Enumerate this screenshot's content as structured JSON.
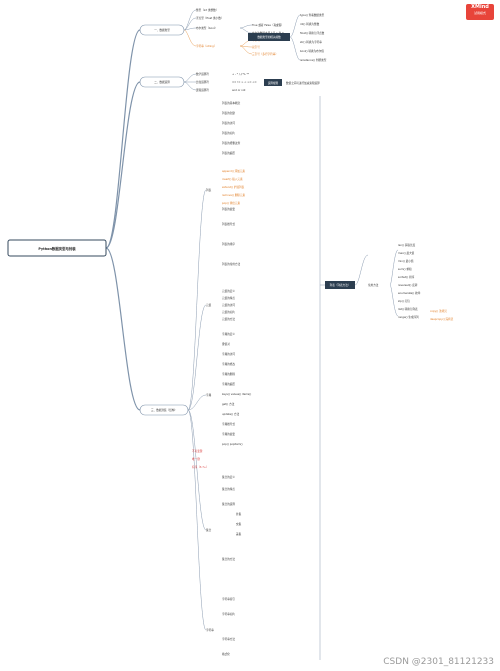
{
  "logo": {
    "brand": "XMind",
    "sub": "试用模式"
  },
  "watermark": "CSDN @2301_81121233",
  "root": "Python数据类型与封装",
  "sections": {
    "s1": "一、数据类型",
    "s2": "二、数据运算",
    "s3": "三、数据封装（结构）"
  },
  "s1": {
    "items": [
      "整型（int 类整数）",
      "浮点型（float 类小数）",
      "布尔类型（bool）",
      "字符串（string）"
    ],
    "bool_children": [
      "True 或者 False（真或假）",
      "布尔的数据本质上是 1 和 0"
    ],
    "notes_head": "数据类型的相关函数",
    "notes": [
      "type() 查看数据类型",
      "int() 转换为整数",
      "float() 转换为浮点数",
      "str() 转换为字符串",
      "bool() 转换为布尔值",
      "isinstance() 判断类型"
    ],
    "str_children": [
      "单引号",
      "双引号",
      "三引号（多行字符串）"
    ]
  },
  "s2": {
    "items": [
      "数学运算符",
      "比较运算符",
      "逻辑运算符"
    ],
    "tag": "运算规则",
    "tag_note": "数值之间可进行加减乘除运算",
    "math_children": [
      "+ - * / // % **"
    ],
    "cmp_children": [
      "== != > < >= <="
    ],
    "logic_children": [
      "and or not"
    ]
  },
  "s3": {
    "list_head": "列表",
    "list_items": [
      "列表的基本概念",
      "列表的创建",
      "列表的访问",
      "列表的切片",
      "列表的增删改查",
      "列表的遍历",
      "列表的嵌套",
      "列表推导式",
      "列表的排序",
      "列表的常用方法"
    ],
    "list_orange": [
      "append() 添加元素",
      "insert() 插入元素",
      "extend() 扩展列表",
      "remove() 删除元素",
      "pop() 弹出元素"
    ],
    "tuple_head": "元组",
    "tuple_items": [
      "元组的定义",
      "元组的特点",
      "元组的访问",
      "元组的切片",
      "元组的方法"
    ],
    "dict_head": "字典",
    "dict_items": [
      "字典的定义",
      "键值对",
      "字典的访问",
      "字典的修改",
      "字典的删除",
      "字典的遍历",
      "keys() values() items()",
      "get() 方法",
      "update() 方法",
      "字典推导式",
      "字典的嵌套",
      "pop() popitem()"
    ],
    "dict_orange": [
      "不可变键",
      "唯一键",
      "有序（3.7+）"
    ],
    "set_head": "集合",
    "set_items": [
      "集合的定义",
      "集合的特点",
      "集合的运算",
      "并集",
      "交集",
      "差集",
      "集合的方法"
    ],
    "str_head": "字符串",
    "str_items": [
      "字符串索引",
      "字符串切片",
      "字符串方法",
      "格式化"
    ]
  },
  "right": {
    "hub": "列表（列表方法）",
    "hub2": "常用方法",
    "items": [
      "len() 获取长度",
      "max() 最大值",
      "min() 最小值",
      "sum() 求和",
      "sorted() 排序",
      "reversed() 反转",
      "enumerate() 枚举",
      "zip() 打包",
      "list() 转换为列表",
      "range() 生成序列"
    ],
    "orange": [
      "copy() 浅拷贝",
      "deepcopy() 深拷贝"
    ]
  }
}
